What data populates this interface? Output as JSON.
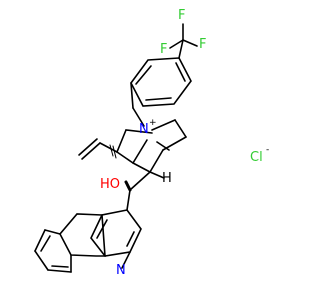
{
  "molecule": {
    "atoms": {
      "f1": "F",
      "f2": "F",
      "f3": "F",
      "n_bridge": "N",
      "n_charge": "+",
      "oh": "HO",
      "h_stereo": "H",
      "n_quinoline": "N",
      "chloride": "Cl",
      "chloride_charge": "-"
    },
    "colors": {
      "nitrogen": "#0000ff",
      "fluorine": "#33cc33",
      "oxygen": "#ff0000",
      "chlorine": "#33cc33",
      "bond": "#000000"
    }
  }
}
